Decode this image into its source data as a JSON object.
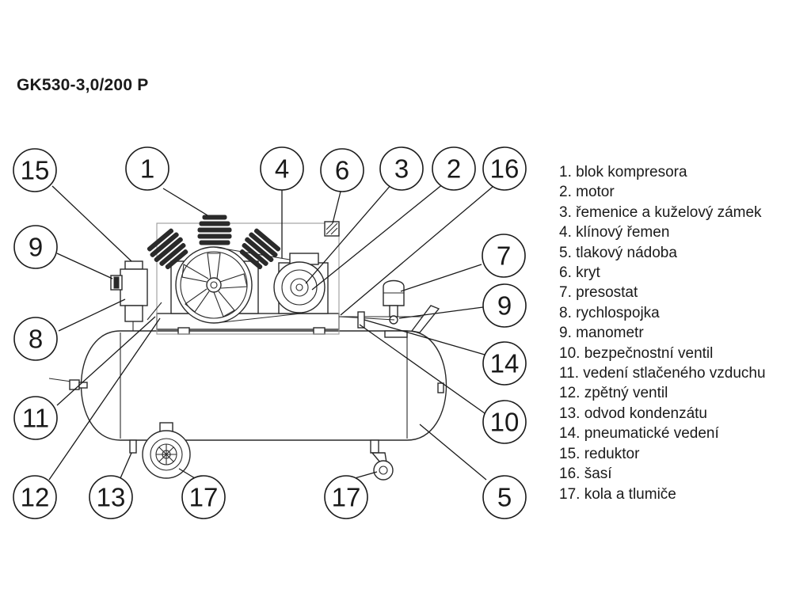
{
  "title": "GK530-3,0/200 P",
  "legend": [
    "1. blok kompresora",
    "2. motor",
    "3. řemenice a kuželový zámek",
    "4. klínový řemen",
    "5. tlakový nádoba",
    "6. kryt",
    "7. presostat",
    "8. rychlospojka",
    "9. manometr",
    "10. bezpečnostní ventil",
    "11. vedení stlačeného vzduchu",
    "12. zpětný ventil",
    "13. odvod kondenzátu",
    "14. pneumatické vedení",
    "15. reduktor",
    "16. šasí",
    "17. kola a tlumiče"
  ],
  "callouts": {
    "c15": "15",
    "c1": "1",
    "c4": "4",
    "c6": "6",
    "c3": "3",
    "c2": "2",
    "c16": "16",
    "c9a": "9",
    "c8": "8",
    "c7": "7",
    "c9b": "9",
    "c14": "14",
    "c11": "11",
    "c10": "10",
    "c12": "12",
    "c13": "13",
    "c17a": "17",
    "c17b": "17",
    "c5": "5"
  }
}
